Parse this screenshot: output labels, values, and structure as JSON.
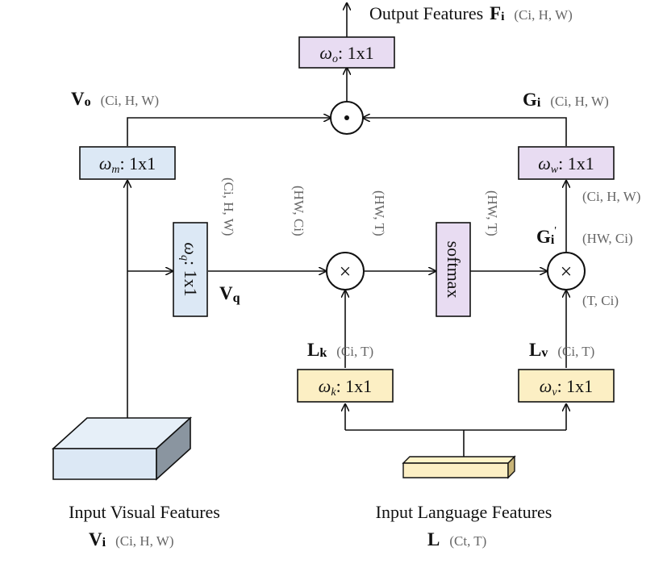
{
  "title": {
    "output_text": "Output Features",
    "output_symbol": "F",
    "output_sub": "i",
    "output_dims": "(Ci, H, W)"
  },
  "boxes": {
    "wo": {
      "sym": "ω",
      "sub": "o",
      "rest": ": 1x1",
      "color": "#e8dcf2"
    },
    "wm": {
      "sym": "ω",
      "sub": "m",
      "rest": ": 1x1",
      "color": "#dce8f5"
    },
    "ww": {
      "sym": "ω",
      "sub": "w",
      "rest": ": 1x1",
      "color": "#e8dcf2"
    },
    "wq": {
      "sym": "ω",
      "sub": "q",
      "rest": ": 1x1",
      "color": "#dce8f5"
    },
    "softmax": {
      "label": "softmax",
      "color": "#e8dcf2"
    },
    "wk": {
      "sym": "ω",
      "sub": "k",
      "rest": ": 1x1",
      "color": "#fcefc4"
    },
    "wv": {
      "sym": "ω",
      "sub": "v",
      "rest": ": 1x1",
      "color": "#fcefc4"
    }
  },
  "ops": {
    "dot": "⊙",
    "times": "×"
  },
  "labels": {
    "vo_main": "V",
    "vo_sub": "o",
    "vo_dims": "(Ci, H, W)",
    "gi_main": "G",
    "gi_sub": "i",
    "gi_dims": "(Ci, H, W)",
    "ww_out_dims": "(Ci, H, W)",
    "gi2_main": "G",
    "gi2_sub": "i",
    "gi2_sup": "'",
    "gi2_dims": "(HW, Ci)",
    "t_ci_dims": "(T, Ci)",
    "vq_main": "V",
    "vq_sub": "q",
    "rot_ci_hw": "(Ci, H, W)",
    "rot_hw_ci": "(HW, Ci)",
    "rot_hw_t1": "(HW, T)",
    "rot_hw_t2": "(HW, T)",
    "lk_main": "L",
    "lk_sub": "k",
    "lk_dims": "(Ci, T)",
    "lv_main": "L",
    "lv_sub": "v",
    "lv_dims": "(Ci, T)"
  },
  "captions": {
    "visual_title": "Input Visual Features",
    "visual_main": "V",
    "visual_sub": "i",
    "visual_dims": "(Ci, H, W)",
    "lang_title": "Input Language Features",
    "lang_main": "L",
    "lang_dims": "(Ct, T)"
  },
  "colors": {
    "purple_box": "#e8dcf2",
    "blue_box": "#dce8f5",
    "yellow_box": "#fcefc4",
    "visual_block_top": "#e6eff8",
    "visual_block_front": "#dce8f5",
    "visual_block_side": "#8a95a0",
    "lang_block_top": "#fff3c8",
    "lang_block_front": "#fcefc4",
    "lang_block_side": "#c8b478",
    "dims_gray": "#666666"
  }
}
